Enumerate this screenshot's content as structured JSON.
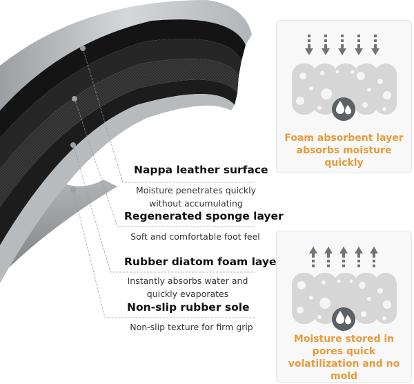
{
  "layers": [
    {
      "title": "Nappa leather surface",
      "description": [
        "Moisture penetrates quickly",
        "without accumulating"
      ]
    },
    {
      "title": "Regenerated sponge layer",
      "description": [
        "Soft and comfortable foot feel"
      ]
    },
    {
      "title": "Rubber diatom foam layer",
      "description": [
        "Instantly absorbs water and",
        "quickly evaporates"
      ]
    },
    {
      "title": "Non-slip rubber sole",
      "description": [
        "Non-slip texture for firm grip"
      ]
    }
  ],
  "panels": [
    {
      "caption": [
        "Foam absorbent layer",
        "absorbs moisture",
        "quickly"
      ],
      "arrow_direction": "down",
      "arrow_count": 5,
      "icon": "water-drops-icon"
    },
    {
      "caption": [
        "Moisture stored in",
        "pores quick",
        "volatilization and no",
        "mold"
      ],
      "arrow_direction": "up",
      "arrow_count": 5,
      "icon": "water-drops-icon"
    }
  ],
  "colors": {
    "caption": "#e89a3a",
    "arrow": "#6e747a",
    "foam": "#d6d6d6",
    "pore": "#f5f5f5",
    "leather": "#1a1a1a",
    "sponge": "#2c2c2c",
    "mesh": "#3a3a3a",
    "sole_top": "#c8cbce",
    "sole_bottom": "#8a8d90"
  }
}
